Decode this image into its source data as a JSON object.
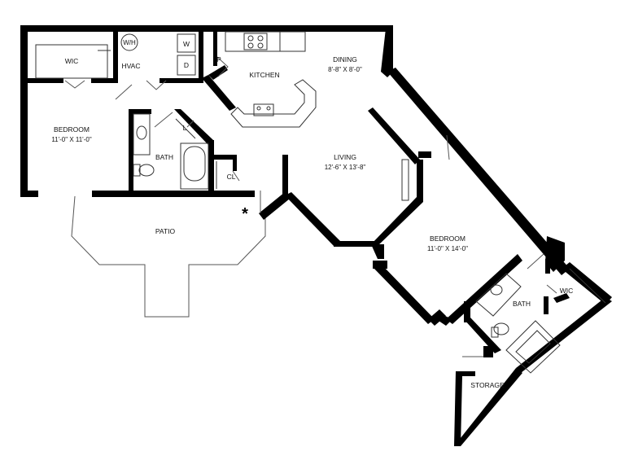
{
  "rooms": {
    "wic1": "WIC",
    "wh": "W/H",
    "washer": "W",
    "dryer": "D",
    "hvac": "HVAC",
    "pantry": "P",
    "kitchen": "KITCHEN",
    "dining": {
      "name": "DINING",
      "size": "8'-8\" X 8'-0\""
    },
    "bedroom1": {
      "name": "BEDROOM",
      "size": "11'-0\" X 11'-0\""
    },
    "linen": "L",
    "bath1": "BATH",
    "closet": "CL",
    "living": {
      "name": "LIVING",
      "size": "12'-6\" X 13'-8\""
    },
    "patio": "PATIO",
    "bedroom2": {
      "name": "BEDROOM",
      "size": "11'-0\" X 14'-0\""
    },
    "wic2": "WIC",
    "bath2": "BATH",
    "storage": "STORAGE"
  },
  "entry_marker": "*"
}
